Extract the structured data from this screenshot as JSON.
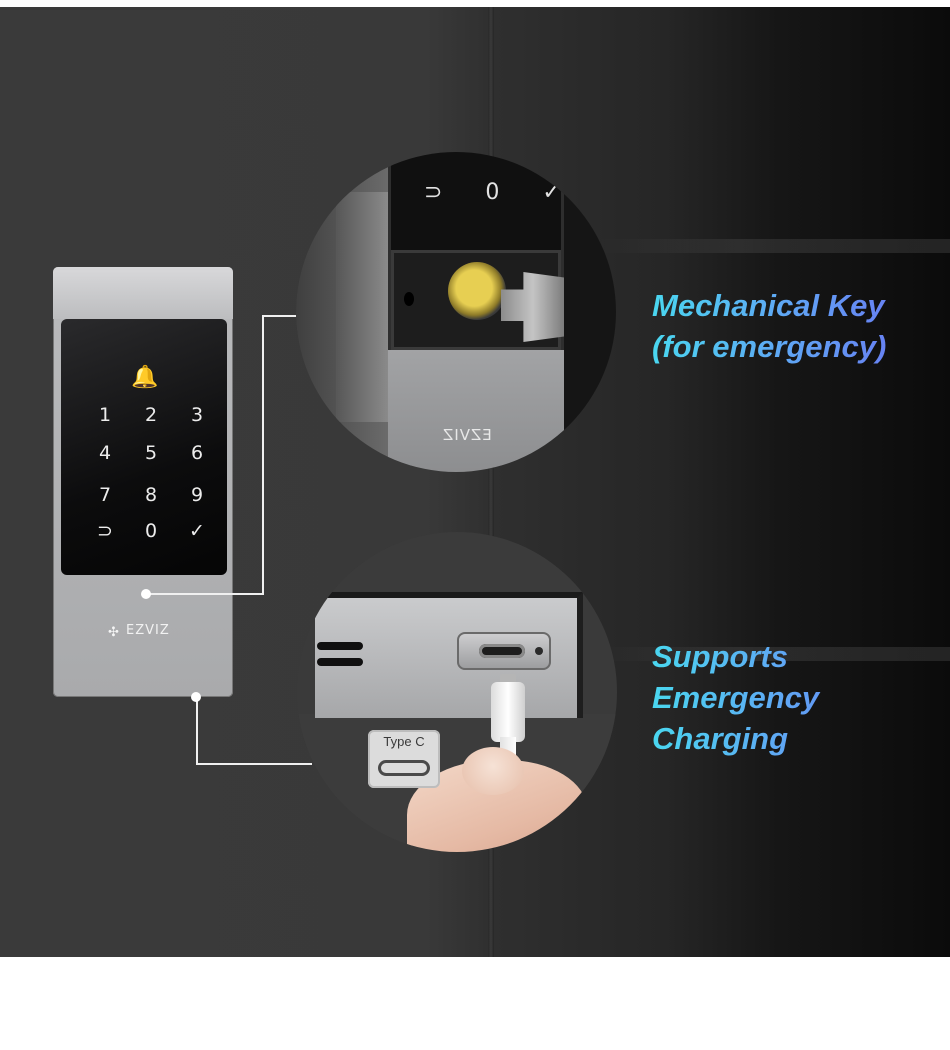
{
  "headline_key": {
    "line1": "Mechanical Key",
    "line2": "(for emergency)"
  },
  "headline_charge": {
    "line1": "Supports",
    "line2": "Emergency",
    "line3": "Charging"
  },
  "device": {
    "keys": [
      "1",
      "2",
      "3",
      "4",
      "5",
      "6",
      "7",
      "8",
      "9",
      "⊃",
      "0",
      "✓"
    ],
    "bell_icon": "bell-icon",
    "brand": "EZVIZ"
  },
  "key_closeup": {
    "keys": "⊃ 0 ✓",
    "brand": "EZVIZ"
  },
  "charge_closeup": {
    "port_label": "Type C"
  },
  "colors": {
    "headline_from": "#4ad7f0",
    "headline_to": "#6b6ff2",
    "background": "#2f2f2f"
  }
}
